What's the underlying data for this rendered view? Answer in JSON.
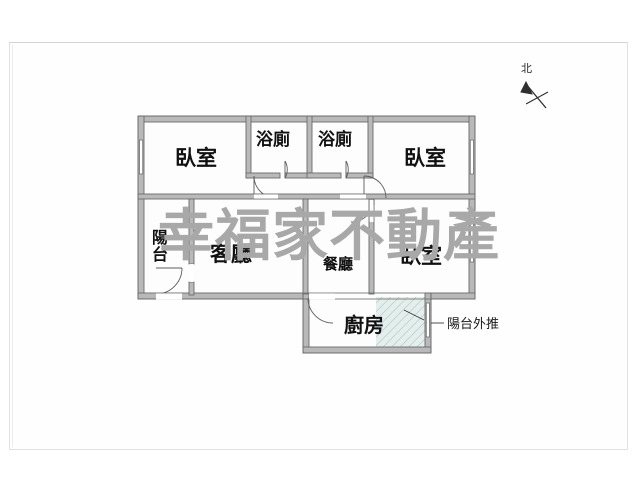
{
  "document": {
    "type": "floor-plan",
    "orientation_marker": "北",
    "watermark_text": "幸福家不動產"
  },
  "rooms": [
    {
      "id": "bedroom-top-left",
      "label": "臥室"
    },
    {
      "id": "bathroom-left",
      "label": "浴廁"
    },
    {
      "id": "bathroom-right",
      "label": "浴廁"
    },
    {
      "id": "bedroom-top-right",
      "label": "臥室"
    },
    {
      "id": "balcony-left",
      "label": "陽台"
    },
    {
      "id": "living-room",
      "label": "客廳"
    },
    {
      "id": "dining-room",
      "label": "餐廳"
    },
    {
      "id": "bedroom-right",
      "label": "臥室"
    },
    {
      "id": "kitchen",
      "label": "廚房"
    }
  ],
  "annotations": [
    {
      "id": "balcony-enclosed-note",
      "label": "陽台外推"
    }
  ],
  "colors": {
    "wall_fill": "#b9b9b9",
    "wall_stroke": "#5a5a5a",
    "room_fill": "#fdfdfd",
    "hatch_fill": "#dfe8e6",
    "watermark": "#a8a8a8",
    "text": "#111111",
    "frame": "#e2e2e2",
    "background": "#ffffff"
  }
}
